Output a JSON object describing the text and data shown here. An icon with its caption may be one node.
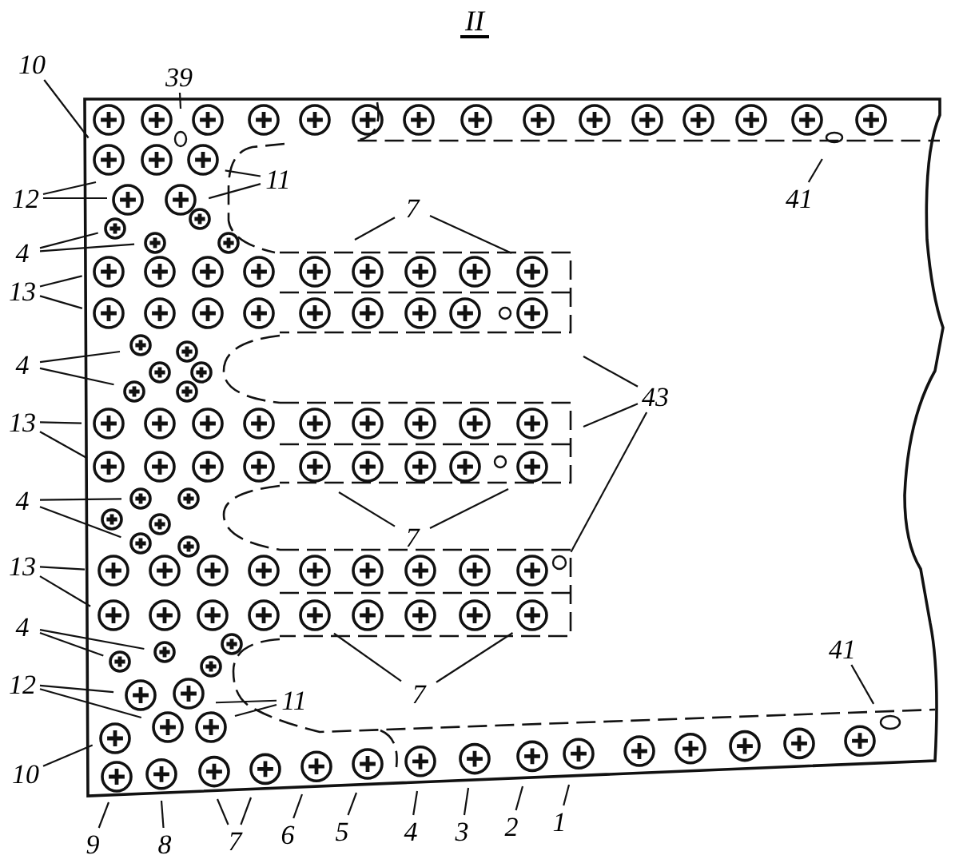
{
  "diagram": {
    "title": "II",
    "nodes": [
      {
        "text": [
          "39"
        ]
      },
      {
        "text": [
          "10"
        ]
      },
      {
        "text": [
          "41"
        ]
      },
      {
        "text": [
          "12"
        ]
      },
      {
        "text": [
          "11"
        ]
      },
      {
        "text": [
          "7"
        ]
      },
      {
        "text": [
          "4"
        ]
      },
      {
        "text": [
          "13"
        ]
      },
      {
        "text": [
          "4"
        ]
      },
      {
        "text": [
          "43"
        ]
      },
      {
        "text": [
          "13"
        ]
      },
      {
        "text": [
          "4"
        ]
      },
      {
        "text": [
          "7"
        ]
      },
      {
        "text": [
          "13"
        ]
      },
      {
        "text": [
          "4"
        ]
      },
      {
        "text": [
          "41"
        ]
      },
      {
        "text": [
          "12"
        ]
      },
      {
        "text": [
          "11"
        ]
      },
      {
        "text": [
          "7"
        ]
      },
      {
        "text": [
          "10"
        ]
      },
      {
        "text": [
          "9"
        ]
      },
      {
        "text": [
          "8"
        ]
      },
      {
        "text": [
          "7"
        ]
      },
      {
        "text": [
          "6"
        ]
      },
      {
        "text": [
          "5"
        ]
      },
      {
        "text": [
          "4"
        ]
      },
      {
        "text": [
          "3"
        ]
      },
      {
        "text": [
          "2"
        ]
      },
      {
        "text": [
          "1"
        ]
      }
    ],
    "edges": [
      {
        "from": 0,
        "to": null,
        "arrow": "none"
      },
      {
        "from": 1,
        "to": null,
        "arrow": "none"
      },
      {
        "from": 2,
        "to": null,
        "arrow": "none"
      },
      {
        "from": 3,
        "to": null,
        "arrow": "none"
      },
      {
        "from": 3,
        "to": null,
        "arrow": "none"
      },
      {
        "from": 4,
        "to": null,
        "arrow": "none"
      },
      {
        "from": 4,
        "to": null,
        "arrow": "none"
      },
      {
        "from": 5,
        "to": null,
        "arrow": "none"
      },
      {
        "from": 5,
        "to": null,
        "arrow": "none"
      },
      {
        "from": 6,
        "to": null,
        "arrow": "none"
      },
      {
        "from": 6,
        "to": null,
        "arrow": "none"
      },
      {
        "from": 7,
        "to": null,
        "arrow": "none"
      },
      {
        "from": 7,
        "to": null,
        "arrow": "none"
      },
      {
        "from": 8,
        "to": null,
        "arrow": "none"
      },
      {
        "from": 8,
        "to": null,
        "arrow": "none"
      },
      {
        "from": 9,
        "to": null,
        "arrow": "none"
      },
      {
        "from": 9,
        "to": null,
        "arrow": "none"
      },
      {
        "from": 9,
        "to": null,
        "arrow": "none"
      },
      {
        "from": 10,
        "to": null,
        "arrow": "none"
      },
      {
        "from": 10,
        "to": null,
        "arrow": "none"
      },
      {
        "from": 11,
        "to": null,
        "arrow": "none"
      },
      {
        "from": 11,
        "to": null,
        "arrow": "none"
      },
      {
        "from": 12,
        "to": null,
        "arrow": "none"
      },
      {
        "from": 12,
        "to": null,
        "arrow": "none"
      },
      {
        "from": 13,
        "to": null,
        "arrow": "none"
      },
      {
        "from": 13,
        "to": null,
        "arrow": "none"
      },
      {
        "from": 14,
        "to": null,
        "arrow": "none"
      },
      {
        "from": 14,
        "to": null,
        "arrow": "none"
      },
      {
        "from": 15,
        "to": null,
        "arrow": "none"
      },
      {
        "from": 16,
        "to": null,
        "arrow": "none"
      },
      {
        "from": 16,
        "to": null,
        "arrow": "none"
      },
      {
        "from": 17,
        "to": null,
        "arrow": "none"
      },
      {
        "from": 17,
        "to": null,
        "arrow": "none"
      },
      {
        "from": 18,
        "to": null,
        "arrow": "none"
      },
      {
        "from": 18,
        "to": null,
        "arrow": "none"
      },
      {
        "from": 19,
        "to": null,
        "arrow": "none"
      },
      {
        "from": 20,
        "to": null,
        "arrow": "none"
      },
      {
        "from": 21,
        "to": null,
        "arrow": "none"
      },
      {
        "from": 22,
        "to": null,
        "arrow": "none"
      },
      {
        "from": 22,
        "to": null,
        "arrow": "none"
      },
      {
        "from": 23,
        "to": null,
        "arrow": "none"
      },
      {
        "from": 24,
        "to": null,
        "arrow": "none"
      },
      {
        "from": 25,
        "to": null,
        "arrow": "none"
      },
      {
        "from": 26,
        "to": null,
        "arrow": "none"
      },
      {
        "from": 27,
        "to": null,
        "arrow": "none"
      },
      {
        "from": 28,
        "to": null,
        "arrow": "none"
      }
    ]
  }
}
